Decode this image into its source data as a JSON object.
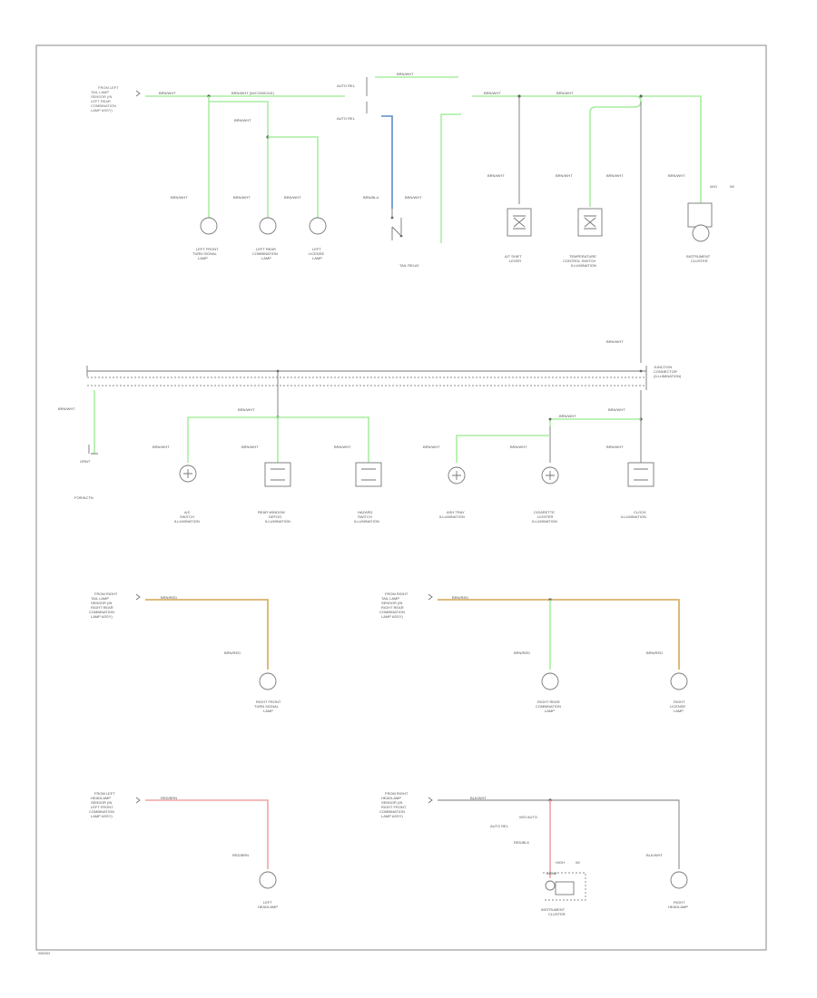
{
  "diagram": {
    "footer_code": "WD002",
    "sections": {
      "top_left": {
        "source": [
          "FROM LEFT",
          "TAIL LAMP",
          "SENSOR (IN",
          "LEFT REAR",
          "COMBINATION",
          "LAMP ASSY)"
        ],
        "wire_main": "BRN/WHT",
        "wire_main2": "BRN/WHT (W/CONSOLE)",
        "wires": [
          "BRN/WHT",
          "BRN/WHT",
          "BRN/WHT",
          "BRN/WHT"
        ],
        "loads": [
          [
            "LEFT FRONT",
            "TURN SIGNAL",
            "LAMP"
          ],
          [
            "LEFT REAR",
            "COMBINATION",
            "LAMP"
          ],
          [
            "LEFT",
            "LICENSE",
            "LAMP"
          ]
        ]
      },
      "relay": {
        "tag_top": "AUTO REL",
        "tag_mid": "AUTO REL",
        "wire_top": "BRN/WHT",
        "wire_left": "BRN/BLU",
        "wire_right": "BRN/WHT",
        "label": "TAIL RELAY"
      },
      "top_right": {
        "wires": [
          "BRN/WHT",
          "BRN/WHT",
          "BRN/WHT",
          "BRN/WHT",
          "BRN/WHT",
          "BRN/WHT"
        ],
        "tag": "W/O",
        "tag2": "W/",
        "loads": [
          [
            "A/T SHIFT",
            "LEVER"
          ],
          [
            "TEMPERATURE",
            "CONTROL SWITCH",
            "ILLUMINATION"
          ],
          [
            "INSTRUMENT",
            "CLUSTER"
          ]
        ]
      },
      "middle": {
        "connector_label": [
          "JUNCTION",
          "CONNECTOR",
          "(ILLUMINATION)"
        ],
        "wire_in": "BRN/WHT",
        "wire_left": "BRN/WHT",
        "ground_tag": "GRNT",
        "left_label": "FOR/NCTN",
        "group_a_wire": "BRN/WHT",
        "group_a_wires": [
          "BRN/WHT",
          "BRN/WHT",
          "BRN/WHT"
        ],
        "group_a_loads": [
          [
            "A/C",
            "SWITCH",
            "ILLUMINATION"
          ],
          [
            "REAR WINDOW",
            "DEFOG",
            "ILLUMINATION"
          ],
          [
            "HAZARD",
            "SWITCH",
            "ILLUMINATION"
          ]
        ],
        "group_b_wire": "BRN/WHT",
        "group_b_wires": [
          "BRN/WHT",
          "BRN/WHT",
          "BRN/WHT"
        ],
        "group_b_loads": [
          [
            "ASH TRAY",
            "ILLUMINATION"
          ],
          [
            "CIGARETTE",
            "LIGHTER",
            "ILLUMINATION"
          ],
          [
            "CLOCK",
            "ILLUMINATION"
          ]
        ]
      },
      "orange_left": {
        "source": [
          "FROM RIGHT",
          "TAIL LAMP",
          "SENSOR (IN",
          "RIGHT REAR",
          "COMBINATION",
          "LAMP ASSY)"
        ],
        "wire": "BRN/RED",
        "wire_down": "BRN/RED",
        "load": [
          "RIGHT FRONT",
          "TURN SIGNAL",
          "LAMP"
        ]
      },
      "orange_right": {
        "source": [
          "FROM RIGHT",
          "TAIL LAMP",
          "SENSOR (IN",
          "RIGHT REAR",
          "COMBINATION",
          "LAMP ASSY)"
        ],
        "wire": "BRN/RED",
        "wires": [
          "BRN/RED",
          "BRN/RED"
        ],
        "loads": [
          [
            "RIGHT REAR",
            "COMBINATION",
            "LAMP"
          ],
          [
            "RIGHT",
            "LICENSE",
            "LAMP"
          ]
        ]
      },
      "red_left": {
        "source": [
          "FROM LEFT",
          "HEADLAMP",
          "SENSOR (IN",
          "LEFT FRONT",
          "COMBINATION",
          "LAMP ASSY)"
        ],
        "wire": "RED/BRN",
        "wire_down": "RED/BRN",
        "load": [
          "LEFT",
          "HEADLAMP"
        ]
      },
      "bottom_right": {
        "source": [
          "FROM RIGHT",
          "HEADLAMP",
          "SENSOR (IN",
          "RIGHT FRONT",
          "COMBINATION",
          "LAMP ASSY)"
        ],
        "wire": "BLK/WHT",
        "tag": "AUTO REL",
        "tag2": "W/O AUTO",
        "wire_down": "RED/BLK",
        "wire_right": "BLK/WHT",
        "tags_small": [
          "HIGH",
          "BEAM"
        ],
        "small_w": "W/",
        "cluster": [
          "INSTRUMENT",
          "CLUSTER"
        ],
        "load": [
          "RIGHT",
          "HEADLAMP"
        ]
      }
    }
  }
}
